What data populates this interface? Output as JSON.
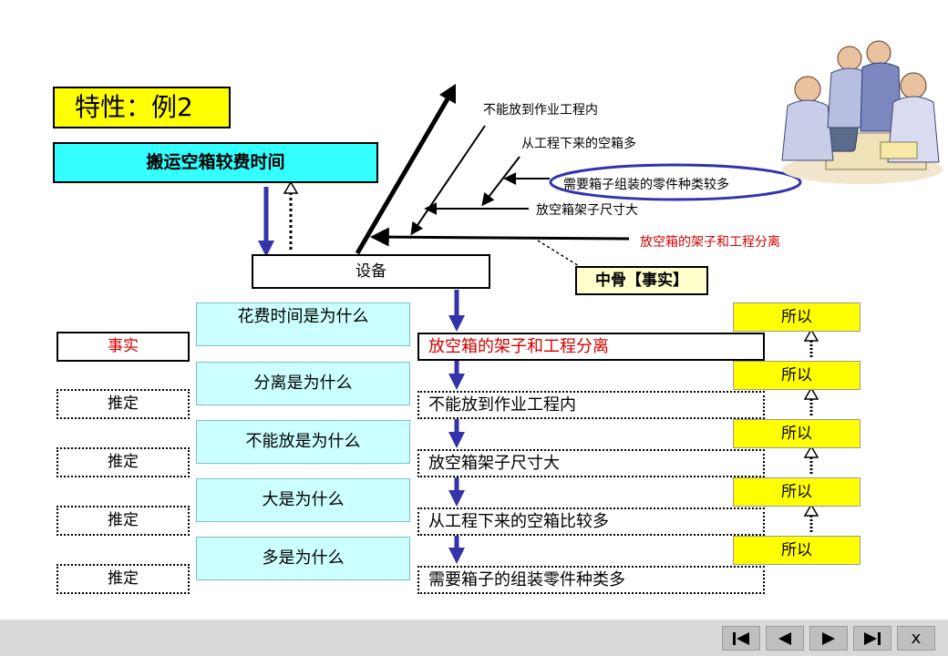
{
  "title": "特性：例2",
  "header": "搬运空箱较费时间",
  "equipment": "设备",
  "middle_bone": "中骨【事实】",
  "branches": [
    "不能放到作业工程内",
    "从工程下来的空箱多",
    "需要箱子组装的零件种类较多",
    "放空箱架子尺寸大",
    "放空箱的架子和工程分离"
  ],
  "why_questions": [
    "花费时间是为什么",
    "分离是为什么",
    "不能放是为什么",
    "大是为什么",
    "多是为什么"
  ],
  "so_label": "所以",
  "answers": [
    "放空箱的架子和工程分离",
    "不能放到作业工程内",
    "放空箱架子尺寸大",
    "从工程下来的空箱比较多",
    "需要箱子的组装零件种类多"
  ],
  "tags": [
    "事实",
    "推定",
    "推定",
    "推定",
    "推定"
  ],
  "nav": {
    "first_icon": "skip-first-icon",
    "prev_icon": "previous-icon",
    "next_icon": "next-icon",
    "last_icon": "skip-last-icon",
    "close": "x"
  },
  "colors": {
    "title_bg": "#ffff00",
    "header_bg": "#33ffff",
    "why_bg": "#ccffff",
    "so_bg": "#ffff00",
    "bone_bg": "#ffffcc",
    "arrow_blue": "#3333aa",
    "fact_red": "#d40000"
  }
}
